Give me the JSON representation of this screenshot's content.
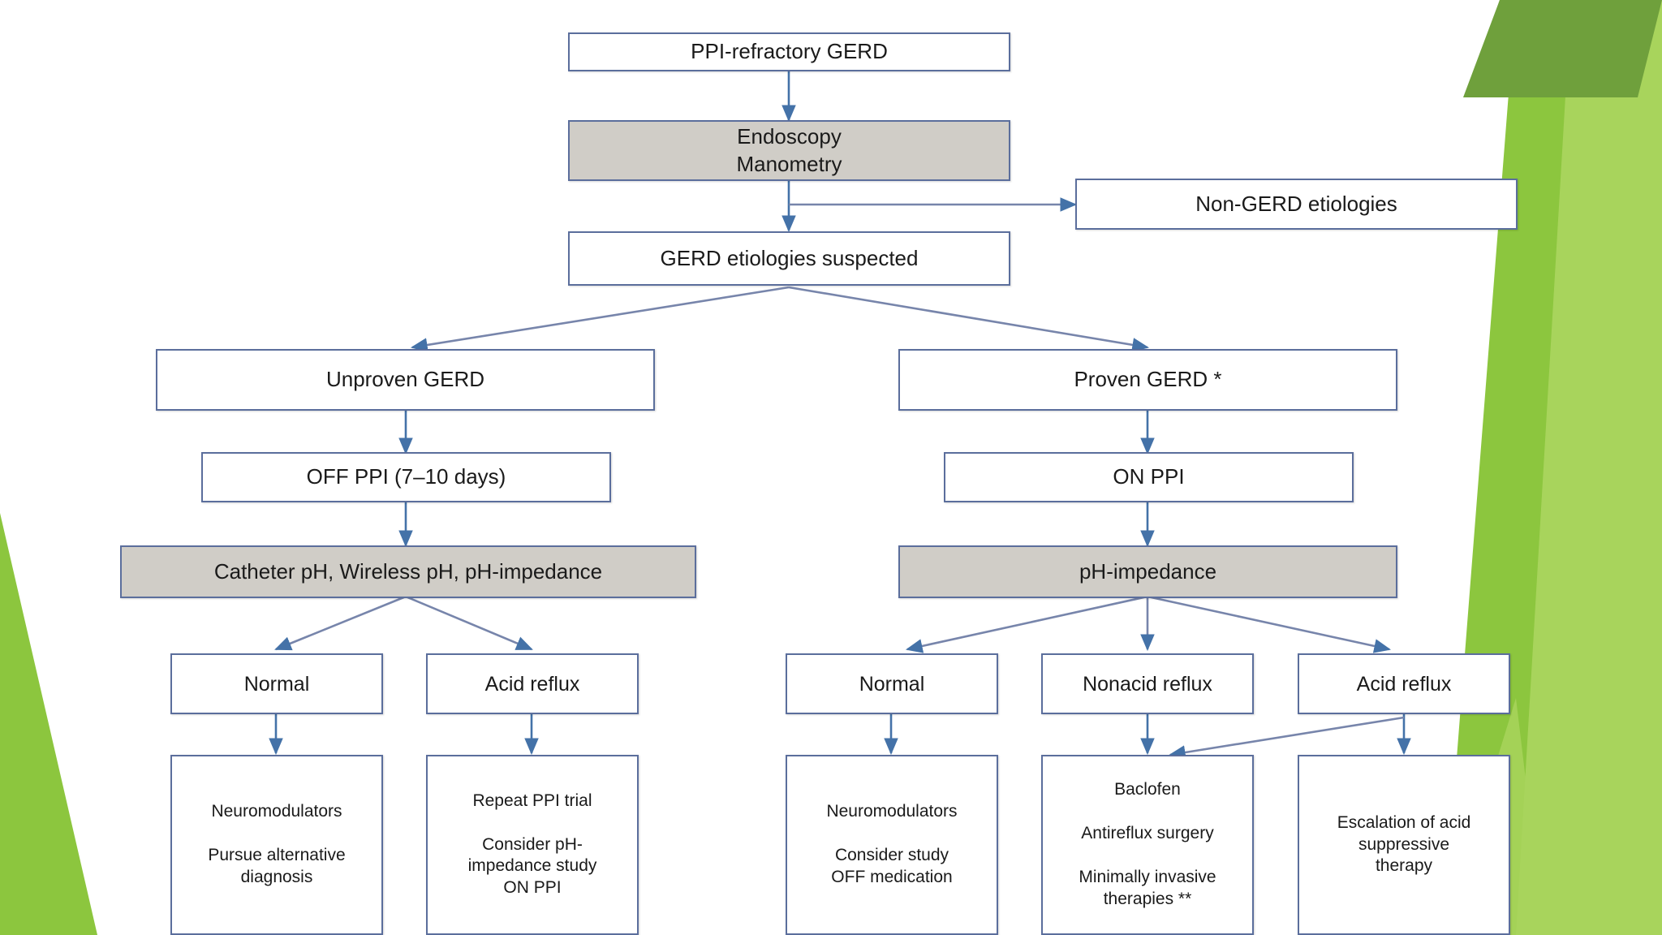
{
  "slide": {
    "background_color": "#ffffff",
    "accent_green": "#8cc63e",
    "accent_green_dark": "#6fa03c",
    "accent_green_light": "#a8d45c",
    "box_border_color": "#5b6e9c",
    "box_shaded_fill": "#d0cdc7",
    "arrow_color": "#4472a8",
    "connector_color": "#7785ab"
  },
  "chart_data": {
    "type": "diagram",
    "title": "PPI-refractory GERD diagnostic and management algorithm",
    "nodes": [
      {
        "id": "ppi-refractory-gerd",
        "label": "PPI-refractory GERD",
        "style": "plain"
      },
      {
        "id": "endoscopy-manometry",
        "label": "Endoscopy\nManometry",
        "style": "shaded"
      },
      {
        "id": "non-gerd-etiologies",
        "label": "Non-GERD etiologies",
        "style": "plain"
      },
      {
        "id": "gerd-etiologies",
        "label": "GERD etiologies suspected",
        "style": "plain"
      },
      {
        "id": "unproven-gerd",
        "label": "Unproven GERD",
        "style": "plain"
      },
      {
        "id": "proven-gerd",
        "label": "Proven GERD *",
        "style": "plain"
      },
      {
        "id": "off-ppi",
        "label": "OFF PPI (7–10 days)",
        "style": "plain"
      },
      {
        "id": "on-ppi",
        "label": "ON PPI",
        "style": "plain"
      },
      {
        "id": "catheter-ph",
        "label": "Catheter pH, Wireless pH, pH-impedance",
        "style": "shaded"
      },
      {
        "id": "ph-impedance",
        "label": "pH-impedance",
        "style": "shaded"
      },
      {
        "id": "left-normal",
        "label": "Normal",
        "style": "plain"
      },
      {
        "id": "left-acid-reflux",
        "label": "Acid reflux",
        "style": "plain"
      },
      {
        "id": "right-normal",
        "label": "Normal",
        "style": "plain"
      },
      {
        "id": "nonacid-reflux",
        "label": "Nonacid reflux",
        "style": "plain"
      },
      {
        "id": "right-acid-reflux",
        "label": "Acid reflux",
        "style": "plain"
      },
      {
        "id": "left-normal-tx",
        "label": "Neuromodulators\n\nPursue alternative\ndiagnosis",
        "style": "plain"
      },
      {
        "id": "left-acid-tx",
        "label": "Repeat PPI trial\n\nConsider pH-\nimpedance study\nON PPI",
        "style": "plain"
      },
      {
        "id": "right-normal-tx",
        "label": "Neuromodulators\n\nConsider study\nOFF medication",
        "style": "plain"
      },
      {
        "id": "nonacid-tx",
        "label": "Baclofen\n\nAntireflux surgery\n\nMinimally invasive\ntherapies **",
        "style": "plain"
      },
      {
        "id": "right-acid-tx",
        "label": "Escalation of acid\nsuppressive\ntherapy",
        "style": "plain"
      }
    ],
    "edges": [
      {
        "from": "ppi-refractory-gerd",
        "to": "endoscopy-manometry"
      },
      {
        "from": "endoscopy-manometry",
        "to": "non-gerd-etiologies"
      },
      {
        "from": "endoscopy-manometry",
        "to": "gerd-etiologies"
      },
      {
        "from": "gerd-etiologies",
        "to": "unproven-gerd"
      },
      {
        "from": "gerd-etiologies",
        "to": "proven-gerd"
      },
      {
        "from": "unproven-gerd",
        "to": "off-ppi"
      },
      {
        "from": "proven-gerd",
        "to": "on-ppi"
      },
      {
        "from": "off-ppi",
        "to": "catheter-ph"
      },
      {
        "from": "on-ppi",
        "to": "ph-impedance"
      },
      {
        "from": "catheter-ph",
        "to": "left-normal"
      },
      {
        "from": "catheter-ph",
        "to": "left-acid-reflux"
      },
      {
        "from": "ph-impedance",
        "to": "right-normal"
      },
      {
        "from": "ph-impedance",
        "to": "nonacid-reflux"
      },
      {
        "from": "ph-impedance",
        "to": "right-acid-reflux"
      },
      {
        "from": "left-normal",
        "to": "left-normal-tx"
      },
      {
        "from": "left-acid-reflux",
        "to": "left-acid-tx"
      },
      {
        "from": "right-normal",
        "to": "right-normal-tx"
      },
      {
        "from": "nonacid-reflux",
        "to": "nonacid-tx"
      },
      {
        "from": "right-acid-reflux",
        "to": "right-acid-tx"
      },
      {
        "from": "right-acid-reflux",
        "to": "nonacid-tx"
      }
    ]
  }
}
